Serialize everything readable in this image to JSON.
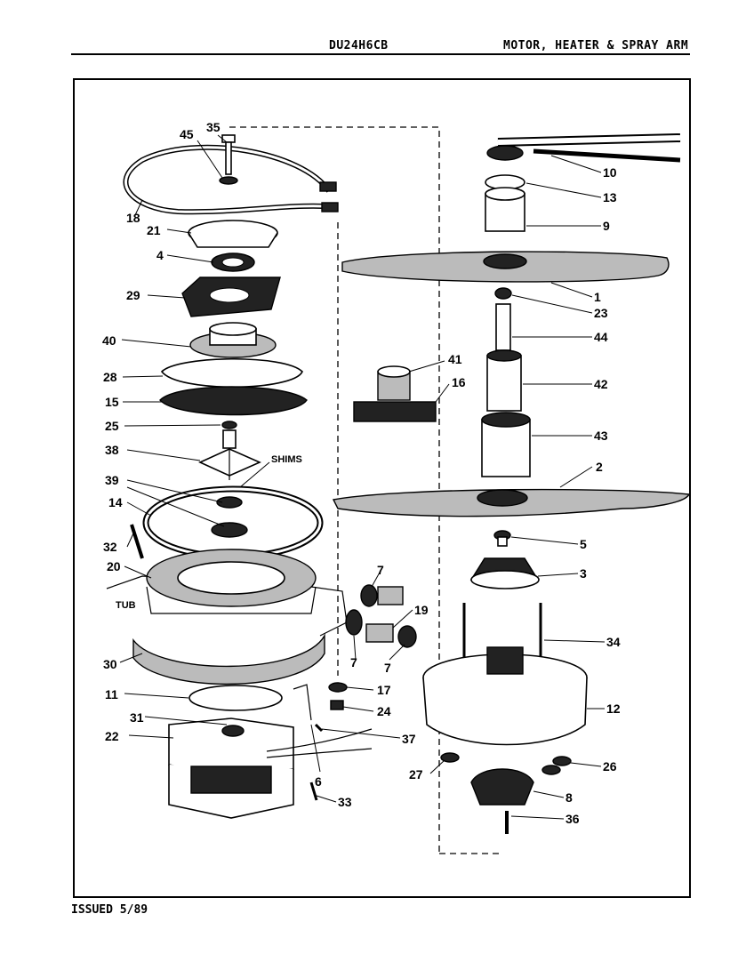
{
  "header": {
    "model": "DU24H6CB",
    "section": "MOTOR, HEATER & SPRAY ARM"
  },
  "footer": {
    "issued": "ISSUED 5/89"
  },
  "callouts": [
    {
      "id": "c45",
      "text": "45"
    },
    {
      "id": "c35",
      "text": "35"
    },
    {
      "id": "c18",
      "text": "18"
    },
    {
      "id": "c21",
      "text": "21"
    },
    {
      "id": "c4",
      "text": "4"
    },
    {
      "id": "c29",
      "text": "29"
    },
    {
      "id": "c40",
      "text": "40"
    },
    {
      "id": "c28",
      "text": "28"
    },
    {
      "id": "c15",
      "text": "15"
    },
    {
      "id": "c25",
      "text": "25"
    },
    {
      "id": "c38",
      "text": "38"
    },
    {
      "id": "c39",
      "text": "39"
    },
    {
      "id": "c14",
      "text": "14"
    },
    {
      "id": "c32",
      "text": "32"
    },
    {
      "id": "c20",
      "text": "20"
    },
    {
      "id": "c30",
      "text": "30"
    },
    {
      "id": "c11",
      "text": "11"
    },
    {
      "id": "c31",
      "text": "31"
    },
    {
      "id": "c22",
      "text": "22"
    },
    {
      "id": "c10",
      "text": "10"
    },
    {
      "id": "c13",
      "text": "13"
    },
    {
      "id": "c9",
      "text": "9"
    },
    {
      "id": "c1",
      "text": "1"
    },
    {
      "id": "c23",
      "text": "23"
    },
    {
      "id": "c44",
      "text": "44"
    },
    {
      "id": "c41",
      "text": "41"
    },
    {
      "id": "c16",
      "text": "16"
    },
    {
      "id": "c42",
      "text": "42"
    },
    {
      "id": "c43",
      "text": "43"
    },
    {
      "id": "c2",
      "text": "2"
    },
    {
      "id": "c5",
      "text": "5"
    },
    {
      "id": "c3",
      "text": "3"
    },
    {
      "id": "c34",
      "text": "34"
    },
    {
      "id": "c12",
      "text": "12"
    },
    {
      "id": "c26",
      "text": "26"
    },
    {
      "id": "c27",
      "text": "27"
    },
    {
      "id": "c8",
      "text": "8"
    },
    {
      "id": "c36",
      "text": "36"
    },
    {
      "id": "c7a",
      "text": "7"
    },
    {
      "id": "c19",
      "text": "19"
    },
    {
      "id": "c7b",
      "text": "7"
    },
    {
      "id": "c7c",
      "text": "7"
    },
    {
      "id": "c17",
      "text": "17"
    },
    {
      "id": "c24",
      "text": "24"
    },
    {
      "id": "c37",
      "text": "37"
    },
    {
      "id": "c6",
      "text": "6"
    },
    {
      "id": "c33",
      "text": "33"
    }
  ],
  "labels": {
    "shims": "SHIMS",
    "tub": "TUB"
  }
}
